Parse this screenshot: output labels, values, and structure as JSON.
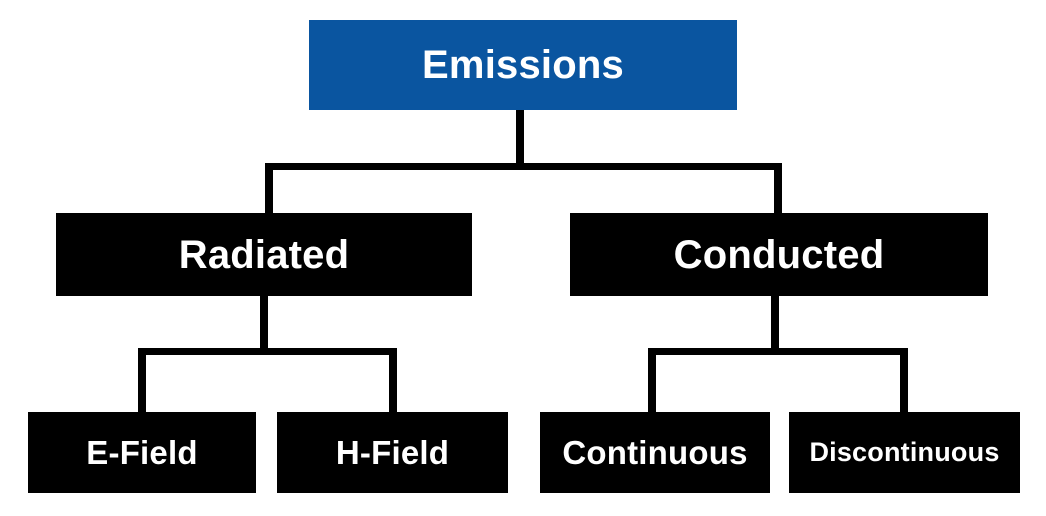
{
  "diagram": {
    "type": "hierarchy-tree",
    "title": "Emissions",
    "background_color": "#ffffff",
    "root_color": "#0a55a0",
    "node_color": "#000000",
    "text_color": "#ffffff",
    "connector_color": "#000000",
    "levels": 3,
    "nodes": {
      "root": {
        "label": "Emissions",
        "level": 0
      },
      "radiated": {
        "label": "Radiated",
        "level": 1
      },
      "conducted": {
        "label": "Conducted",
        "level": 1
      },
      "e_field": {
        "label": "E-Field",
        "level": 2
      },
      "h_field": {
        "label": "H-Field",
        "level": 2
      },
      "continuous": {
        "label": "Continuous",
        "level": 2
      },
      "discontinuous": {
        "label": "Discontinuous",
        "level": 2
      }
    },
    "edges": [
      {
        "from": "Emissions",
        "to": "Radiated"
      },
      {
        "from": "Emissions",
        "to": "Conducted"
      },
      {
        "from": "Radiated",
        "to": "E-Field"
      },
      {
        "from": "Radiated",
        "to": "H-Field"
      },
      {
        "from": "Conducted",
        "to": "Continuous"
      },
      {
        "from": "Conducted",
        "to": "Discontinuous"
      }
    ]
  }
}
